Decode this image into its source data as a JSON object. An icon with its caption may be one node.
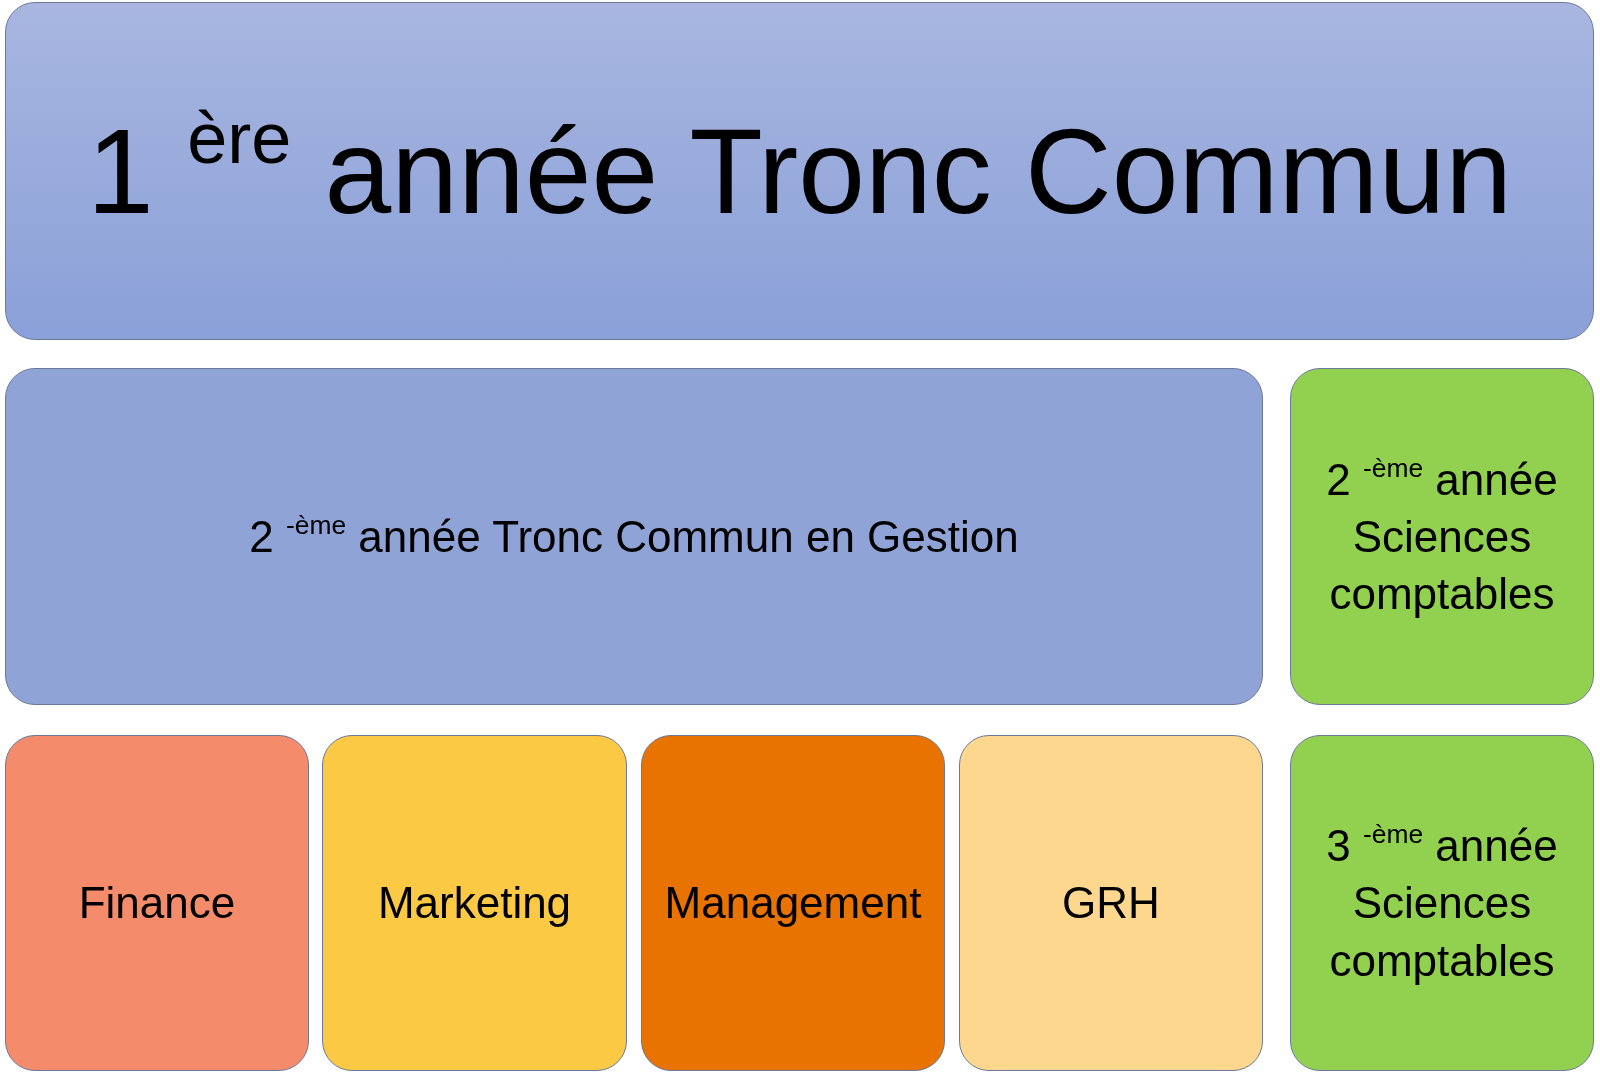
{
  "diagram": {
    "nodes": [
      {
        "text": [
          "1 $^{ère}$ année Tronc Commun"
        ]
      },
      {
        "text": [
          "2 $^{-ème}$ année Tronc Commun en Gestion"
        ]
      },
      {
        "text": [
          "2 $^{-ème}$ année Sciences comptables"
        ]
      },
      {
        "text": [
          "Finance"
        ]
      },
      {
        "text": [
          "Marketing"
        ]
      },
      {
        "text": [
          "Management"
        ]
      },
      {
        "text": [
          "GRH"
        ]
      },
      {
        "text": [
          "3 $^{-ème}$ année Sciences comptables"
        ]
      }
    ]
  }
}
